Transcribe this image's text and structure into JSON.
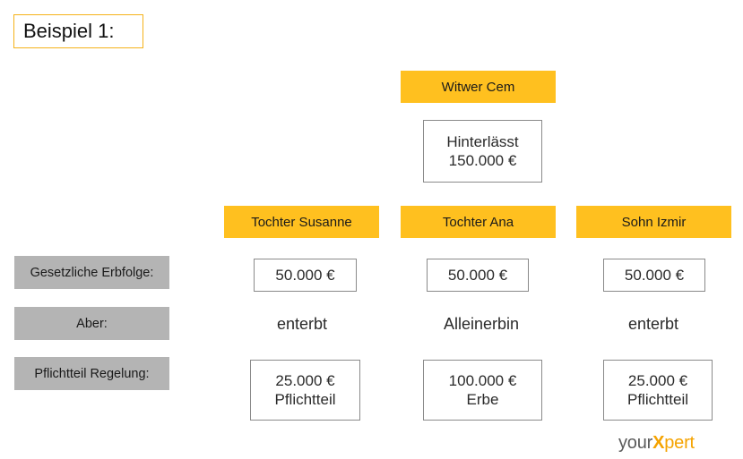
{
  "title": "Beispiel 1:",
  "testator": {
    "name": "Witwer Cem",
    "estate_line1": "Hinterlässt",
    "estate_line2": "150.000 €"
  },
  "heirs": [
    {
      "name": "Tochter Susanne",
      "legal_share": "50.000 €",
      "status": "enterbt",
      "rule_line1": "25.000 €",
      "rule_line2": "Pflichtteil"
    },
    {
      "name": "Tochter Ana",
      "legal_share": "50.000 €",
      "status": "Alleinerbin",
      "rule_line1": "100.000 €",
      "rule_line2": "Erbe"
    },
    {
      "name": "Sohn Izmir",
      "legal_share": "50.000 €",
      "status": "enterbt",
      "rule_line1": "25.000 €",
      "rule_line2": "Pflichtteil"
    }
  ],
  "row_labels": {
    "legal": "Gesetzliche Erbfolge:",
    "but": "Aber:",
    "rule": "Pflichtteil Regelung:"
  },
  "logo": {
    "part1": "your",
    "part2": "X",
    "part3": "pert"
  },
  "colors": {
    "accent_yellow": "#ffc01f",
    "label_gray": "#b4b4b4",
    "title_border": "#f5b21a",
    "logo_orange": "#f5a300"
  }
}
